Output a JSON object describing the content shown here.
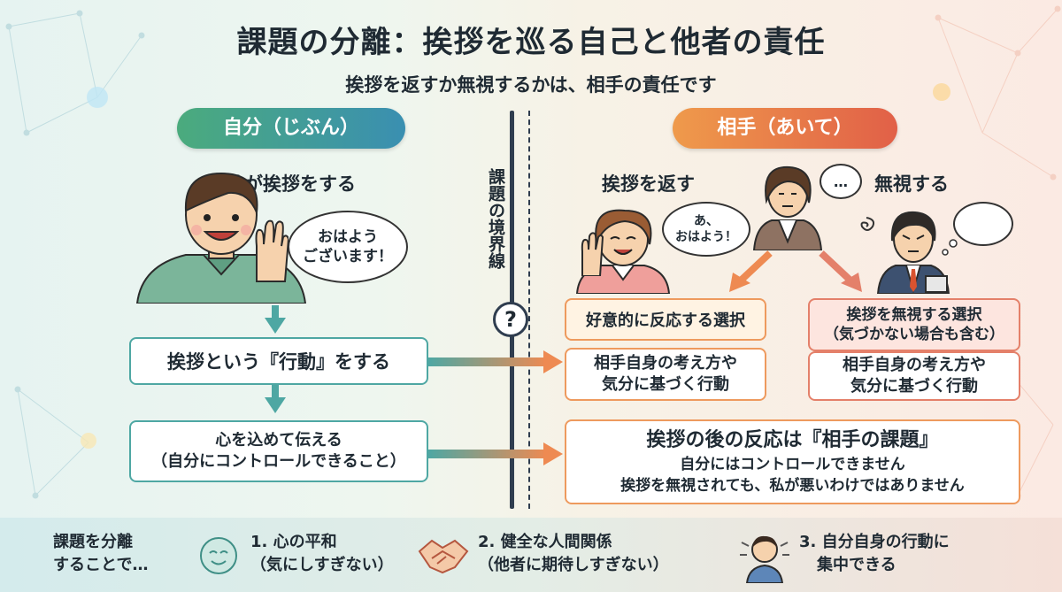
{
  "title": "課題の分離：挨拶を巡る自己と他者の責任",
  "subtitle": "挨拶を返すか無視するかは、相手の責任です",
  "self": {
    "label": "自分（じぶん）",
    "heading": "私が挨拶をする",
    "speech": [
      "おはよう",
      "ございます！"
    ],
    "step1": "挨拶という『行動』をする",
    "step2_line1": "心を込めて伝える",
    "step2_line2": "（自分にコントロールできること）"
  },
  "boundary": {
    "label": "課題の境界線",
    "symbol": "?"
  },
  "other": {
    "label": "相手（あいて）",
    "return_heading": "挨拶を返す",
    "ignore_heading": "無視する",
    "return_speech": [
      "あ、",
      "おはよう！"
    ],
    "thinking": "…",
    "choice_positive": "好意的に反応する選択",
    "choice_ignore_line1": "挨拶を無視する選択",
    "choice_ignore_line2": "（気づかない場合も含む）",
    "own_line1": "相手自身の考え方や",
    "own_line2": "気分に基づく行動",
    "own2_line1": "相手自身の考え方や",
    "own2_line2": "気分に基づく行動",
    "task_title": "挨拶の後の反応は『相手の課題』",
    "task_line1": "自分にはコントロールできません",
    "task_line2": "挨拶を無視されても、私が悪いわけではありません"
  },
  "footer": {
    "lead_line1": "課題を分離",
    "lead_line2": "することで…",
    "items": [
      {
        "line1": "1. 心の平和",
        "line2": "（気にしすぎない）",
        "icon": "calm-face-icon"
      },
      {
        "line1": "2. 健全な人間関係",
        "line2": "（他者に期待しすぎない）",
        "icon": "handshake-icon"
      },
      {
        "line1": "3. 自分自身の行動に",
        "line2": "集中できる",
        "icon": "focused-person-icon"
      }
    ]
  },
  "colors": {
    "teal": "#4ea7a3",
    "orange": "#ee9a5e",
    "red": "#e4806a",
    "boundary": "#2f3d4f"
  }
}
